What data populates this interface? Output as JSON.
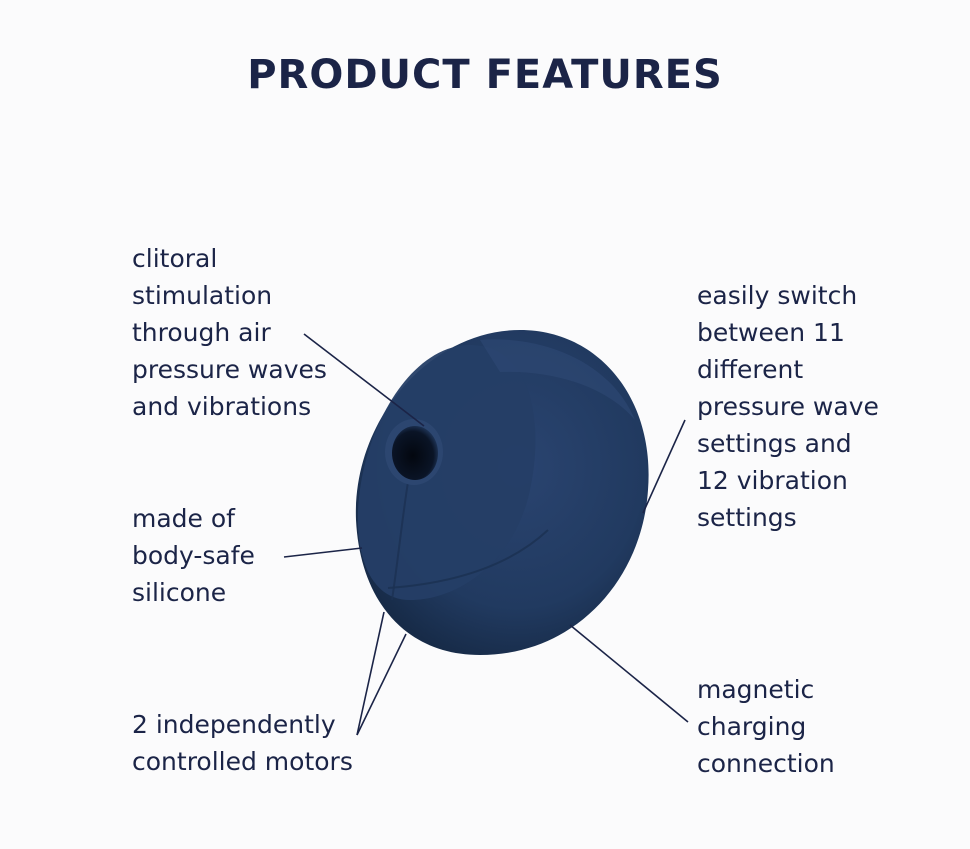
{
  "title": "PRODUCT FEATURES",
  "colors": {
    "text": "#1b2447",
    "product_body": "#233a5e",
    "product_shadow": "#162a46",
    "product_highlight": "#2e4b74",
    "leader_line": "#1b2447"
  },
  "features": {
    "air_pressure": {
      "lines": [
        "clitoral",
        "stimulation",
        "through air",
        "pressure waves",
        "and vibrations"
      ]
    },
    "silicone": {
      "lines": [
        "made of",
        "body-safe",
        "silicone"
      ]
    },
    "motors": {
      "lines": [
        "2 independently",
        "controlled motors"
      ]
    },
    "settings": {
      "lines": [
        "easily switch",
        "between 11",
        "different",
        "pressure wave",
        "settings and",
        "12 vibration",
        "settings"
      ]
    },
    "charging": {
      "lines": [
        "magnetic",
        "charging",
        "connection"
      ]
    }
  }
}
